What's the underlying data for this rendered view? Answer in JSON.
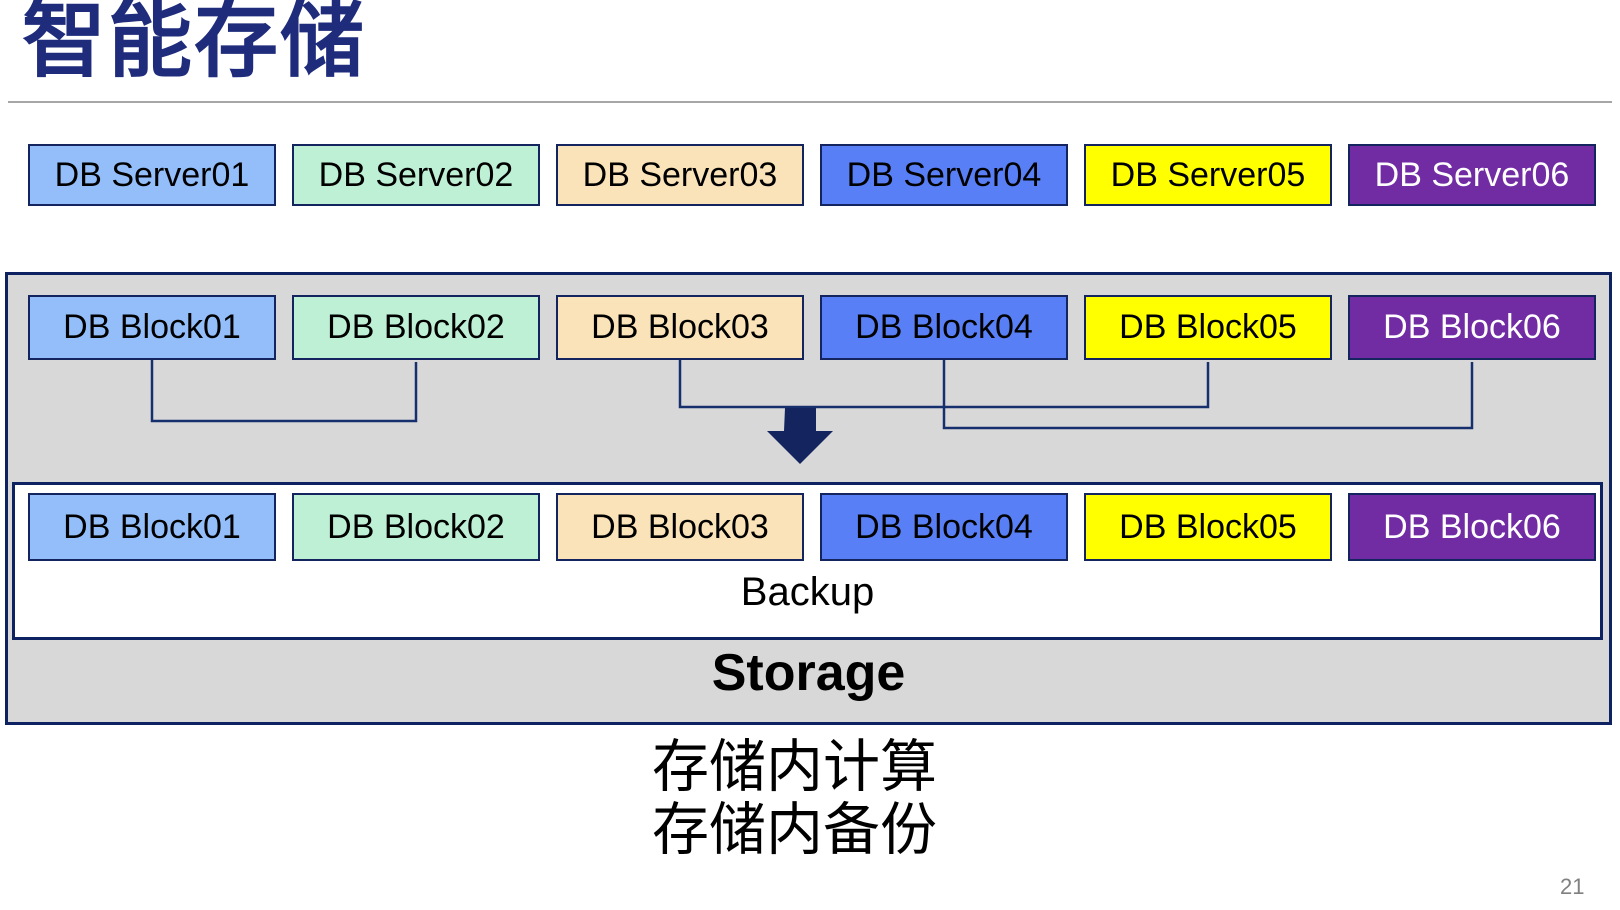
{
  "title": "智能存储",
  "page_number": "21",
  "captions": {
    "line1": "存储内计算",
    "line2": "存储内备份"
  },
  "servers": [
    {
      "label": "DB Server01"
    },
    {
      "label": "DB Server02"
    },
    {
      "label": "DB Server03"
    },
    {
      "label": "DB Server04"
    },
    {
      "label": "DB Server05"
    },
    {
      "label": "DB Server06"
    }
  ],
  "blocks_source": [
    {
      "label": "DB Block01"
    },
    {
      "label": "DB Block02"
    },
    {
      "label": "DB Block03"
    },
    {
      "label": "DB Block04"
    },
    {
      "label": "DB Block05"
    },
    {
      "label": "DB Block06"
    }
  ],
  "blocks_backup": [
    {
      "label": "DB Block01"
    },
    {
      "label": "DB Block02"
    },
    {
      "label": "DB Block03"
    },
    {
      "label": "DB Block04"
    },
    {
      "label": "DB Block05"
    },
    {
      "label": "DB Block06"
    }
  ],
  "storage": {
    "label": "Storage",
    "backup_label": "Backup"
  },
  "palette": [
    {
      "fill": "#93BEFA",
      "text": "#000000"
    },
    {
      "fill": "#BDF0D4",
      "text": "#000000"
    },
    {
      "fill": "#FAE3B8",
      "text": "#000000"
    },
    {
      "fill": "#587FF5",
      "text": "#000000"
    },
    {
      "fill": "#FFFF00",
      "text": "#000000"
    },
    {
      "fill": "#712BA3",
      "text": "#FFFFFF"
    }
  ],
  "colors": {
    "title": "#1F2C7B",
    "border_navy": "#13245E",
    "container_fill": "#D8D8D8",
    "connector": "#16306E",
    "arrow": "#13245E",
    "divider": "#A6A6A6",
    "page_number": "#808080"
  }
}
